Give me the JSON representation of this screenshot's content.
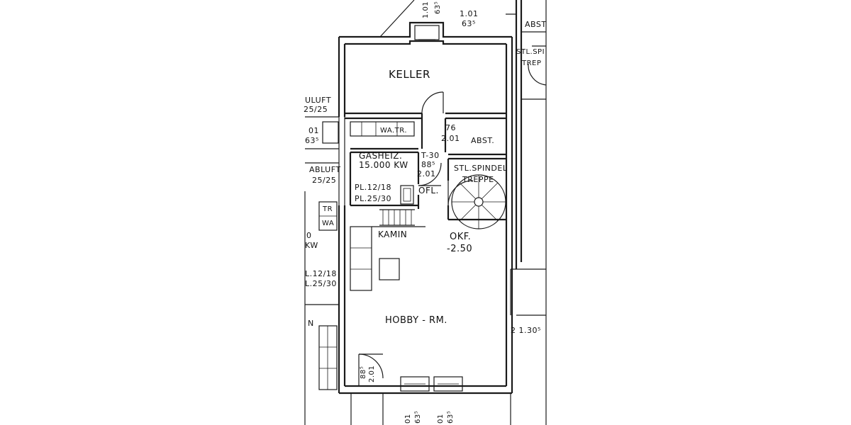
{
  "labels": {
    "keller": "KELLER",
    "gasheiz": "GASHEIZ.",
    "kw": "15.000 KW",
    "wa_tr_top": "WA.TR.",
    "t30": "T-30",
    "dim_885_a": "88⁵",
    "dim_201_a": "2.01",
    "dim_76": "76",
    "dim_201_b": "2.01",
    "abst_mid": "ABST.",
    "stl_spindel_mid": "STL.SPINDEL",
    "treppe_mid": "TREPPE",
    "pl_12_18": "PL.12/18",
    "pl_25_30": "PL.25/30",
    "ofl": "OFL.",
    "kamin": "KAMIN",
    "okf": "OKF.",
    "okf_val": "-2.50",
    "hobby": "HOBBY - RM.",
    "dim_885_b": "88⁵",
    "dim_201_c": "2.01",
    "dim_130": "2 1.30⁵",
    "top_101": "1.01",
    "top_635": "63⁵",
    "top_101_rot": "1.01",
    "top_635_rot": "63⁵",
    "abst_top_right": "ABST",
    "stl_spi_right": "STL.SPI",
    "treppe_right": "TREP",
    "uluft": "ULUFT",
    "uluft_dim": "25/25",
    "left_01": "01",
    "left_635": "63⁵",
    "abluft": "ABLUFT",
    "abluft_dim": "25/25",
    "left_tr": "TR",
    "left_wa": "WA",
    "left_0": "0",
    "left_kw": "KW",
    "left_pl1218": "L.12/18",
    "left_pl2530": "L.25/30",
    "left_n": "N",
    "bot_01_a": "01",
    "bot_635_a": "63⁵",
    "bot_01_b": "01",
    "bot_635_b": "63⁵"
  }
}
